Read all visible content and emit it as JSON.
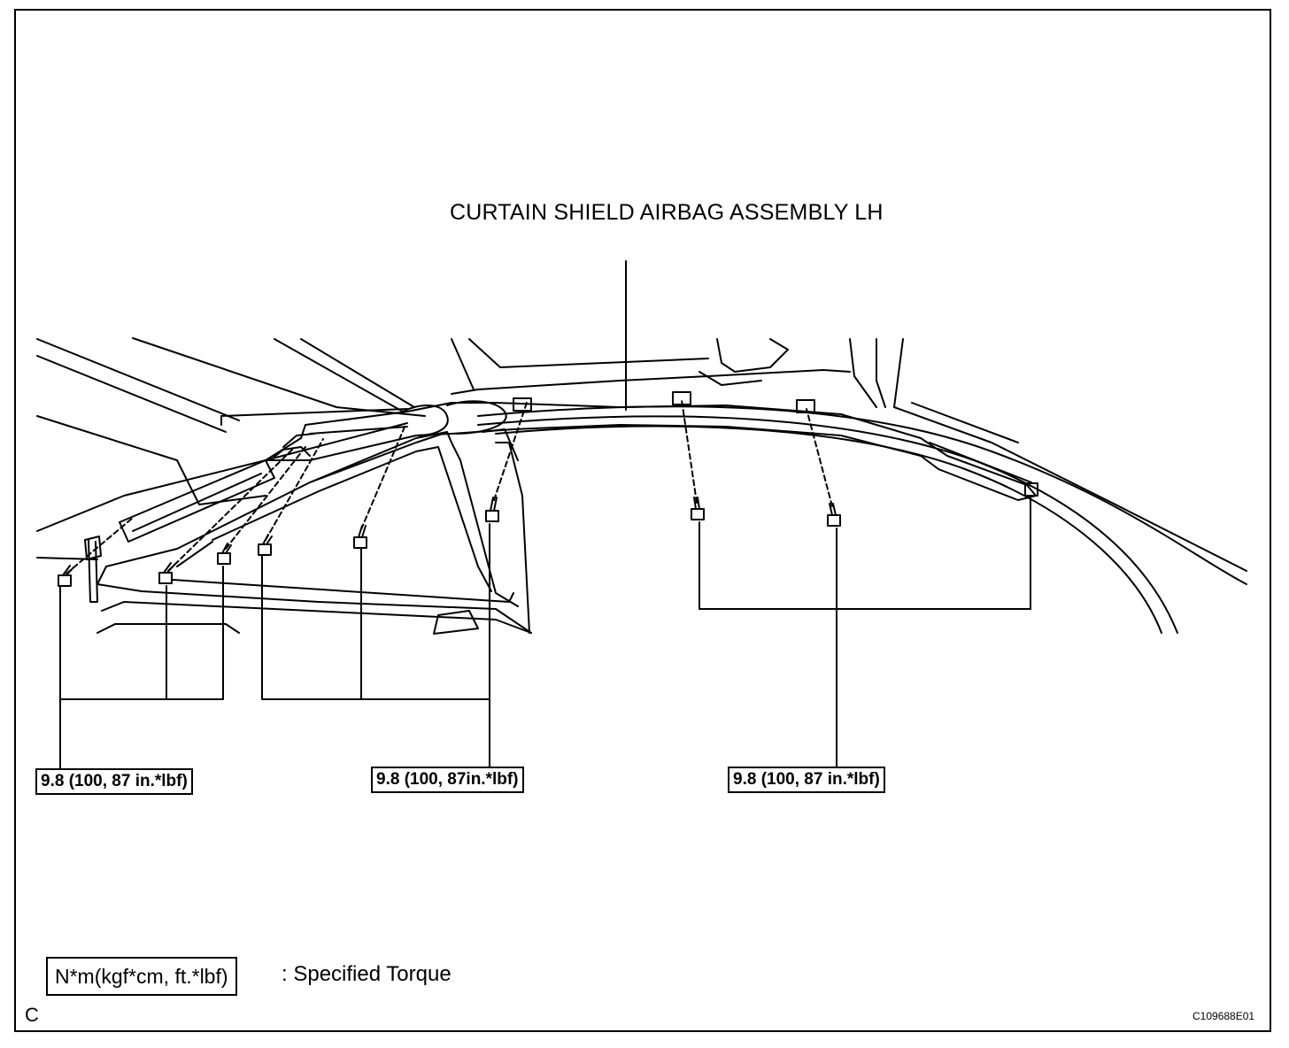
{
  "diagram": {
    "title": "CURTAIN SHIELD AIRBAG ASSEMBLY LH",
    "torque_labels": [
      "9.8 (100, 87 in.*lbf)",
      "9.8 (100, 87in.*lbf)",
      "9.8 (100, 87 in.*lbf)"
    ],
    "legend": {
      "unit_box": "N*m(kgf*cm, ft.*lbf)",
      "description": ": Specified Torque"
    },
    "corner_letter": "C",
    "figure_number": "C109688E01"
  }
}
